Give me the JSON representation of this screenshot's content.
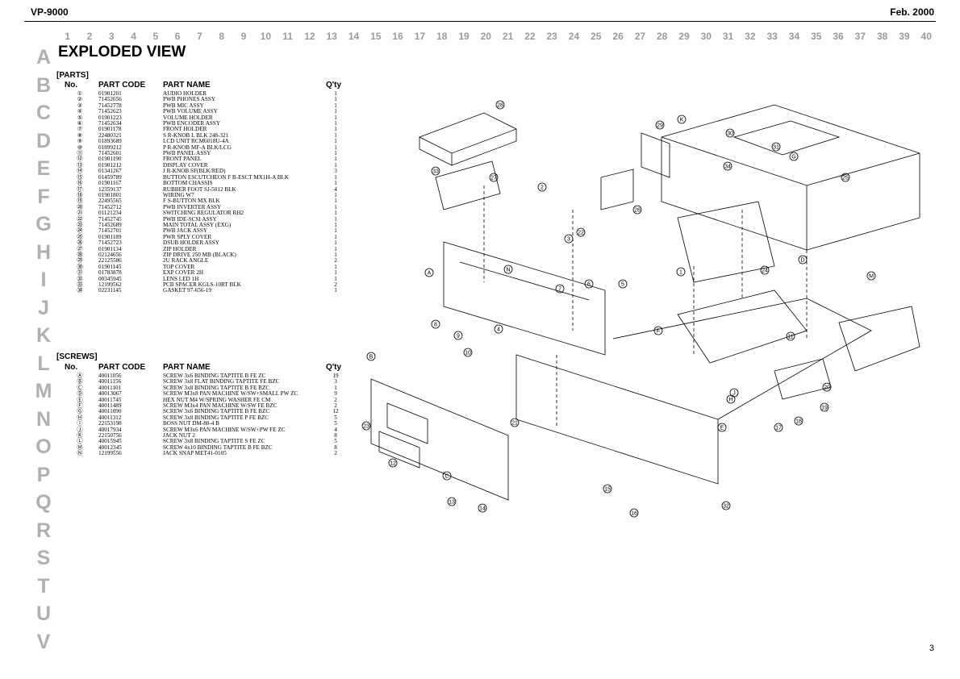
{
  "header": {
    "model": "VP-9000",
    "date": "Feb. 2000"
  },
  "grid_columns": [
    "1",
    "2",
    "3",
    "4",
    "5",
    "6",
    "7",
    "8",
    "9",
    "10",
    "11",
    "12",
    "13",
    "14",
    "15",
    "16",
    "17",
    "18",
    "19",
    "20",
    "21",
    "22",
    "23",
    "24",
    "25",
    "26",
    "27",
    "28",
    "29",
    "30",
    "31",
    "32",
    "33",
    "34",
    "35",
    "36",
    "37",
    "38",
    "39",
    "40"
  ],
  "grid_rows": [
    "A",
    "B",
    "C",
    "D",
    "E",
    "F",
    "G",
    "H",
    "I",
    "J",
    "K",
    "L",
    "M",
    "N",
    "O",
    "P",
    "Q",
    "R",
    "S",
    "T",
    "U",
    "V"
  ],
  "title": "EXPLODED VIEW",
  "parts": {
    "heading": "[PARTS]",
    "columns": {
      "no": "No.",
      "code": "PART CODE",
      "name": "PART NAME",
      "qty": "Q'ty"
    },
    "rows": [
      {
        "no": "①",
        "code": "01901201",
        "name": "AUDIO HOLDER",
        "qty": "1"
      },
      {
        "no": "②",
        "code": "71452656",
        "name": "PWB PHONES ASSY",
        "qty": "1"
      },
      {
        "no": "③",
        "code": "71452778",
        "name": "PWB MIC ASSY",
        "qty": "1"
      },
      {
        "no": "④",
        "code": "71452623",
        "name": "PWB VOLUME ASSY",
        "qty": "1"
      },
      {
        "no": "⑤",
        "code": "01901223",
        "name": "VOLUME HOLDER",
        "qty": "1"
      },
      {
        "no": "⑥",
        "code": "71452634",
        "name": "PWB ENCODER ASSY",
        "qty": "1"
      },
      {
        "no": "⑦",
        "code": "01901178",
        "name": "FRONT HOLDER",
        "qty": "1"
      },
      {
        "no": "⑧",
        "code": "22480321",
        "name": "S R-KNOB L BLK 248-321",
        "qty": "1"
      },
      {
        "no": "⑨",
        "code": "01893689",
        "name": "LCD UNIT RCM6018U-4A",
        "qty": "1"
      },
      {
        "no": "⑩",
        "code": "01899212",
        "name": "P R-KNOB MF-A BLK/LCG",
        "qty": "1"
      },
      {
        "no": "⑪",
        "code": "71452601",
        "name": "PWB PANEL ASSY",
        "qty": "1"
      },
      {
        "no": "⑫",
        "code": "01901190",
        "name": "FRONT PANEL",
        "qty": "1"
      },
      {
        "no": "⑬",
        "code": "01901212",
        "name": "DISPLAY COVER",
        "qty": "1"
      },
      {
        "no": "⑭",
        "code": "01341267",
        "name": "J R-KNOB SF(BLK/RED)",
        "qty": "3"
      },
      {
        "no": "⑮",
        "code": "01459789",
        "name": "BUTTON ESCUTCHEON F B-ESCT MX1H-A BLK",
        "qty": "1"
      },
      {
        "no": "⑯",
        "code": "01901167",
        "name": "BOTTOM CHASSIS",
        "qty": "1"
      },
      {
        "no": "⑰",
        "code": "12359137",
        "name": "RUBBER FOOT SJ-5012 BLK",
        "qty": "4"
      },
      {
        "no": "⑱",
        "code": "01901801",
        "name": "WIRING W7",
        "qty": "1"
      },
      {
        "no": "⑲",
        "code": "22495565",
        "name": "F S-BUTTON MX BLK",
        "qty": "1"
      },
      {
        "no": "⑳",
        "code": "71452712",
        "name": "PWB INVERTER ASSY",
        "qty": "1"
      },
      {
        "no": "㉑",
        "code": "01121234",
        "name": "SWITCHING REGULATOR RH2",
        "qty": "1"
      },
      {
        "no": "㉒",
        "code": "71452745",
        "name": "PWB IDE-SCSI ASSY",
        "qty": "1"
      },
      {
        "no": "㉓",
        "code": "71452689",
        "name": "MAIN TOTAL ASSY (EXG)",
        "qty": "1"
      },
      {
        "no": "㉔",
        "code": "71452701",
        "name": "PWB JACK ASSY",
        "qty": "1"
      },
      {
        "no": "㉕",
        "code": "01901189",
        "name": "PWR SPLY COVER",
        "qty": "1"
      },
      {
        "no": "㉖",
        "code": "71452723",
        "name": "DSUB HOLDER ASSY",
        "qty": "1"
      },
      {
        "no": "㉗",
        "code": "01901134",
        "name": "ZIP HOLDER",
        "qty": "1"
      },
      {
        "no": "㉘",
        "code": "02124656",
        "name": "ZIP DRIVE 250 MB (BLACK)",
        "qty": "1"
      },
      {
        "no": "㉙",
        "code": "22125586",
        "name": "2U RACK ANGLE",
        "qty": "2"
      },
      {
        "no": "㉚",
        "code": "01901145",
        "name": "TOP COVER",
        "qty": "1"
      },
      {
        "no": "㉛",
        "code": "01783878",
        "name": "EXP COVER 2H",
        "qty": "1"
      },
      {
        "no": "㉜",
        "code": "00345945",
        "name": "LENS LED 1H",
        "qty": "1"
      },
      {
        "no": "㉝",
        "code": "12199562",
        "name": "PCB SPACER KGLS-10RT BLK",
        "qty": "2"
      },
      {
        "no": "㉞",
        "code": "02231145",
        "name": "GASKET 97-656-19",
        "qty": "1"
      }
    ]
  },
  "screws": {
    "heading": "[SCREWS]",
    "columns": {
      "no": "No.",
      "code": "PART CODE",
      "name": "PART NAME",
      "qty": "Q'ty"
    },
    "rows": [
      {
        "no": "Ⓐ",
        "code": "40011056",
        "name": "SCREW 3x6 BINDING TAPTITE B FE ZC",
        "qty": "19"
      },
      {
        "no": "Ⓑ",
        "code": "40011156",
        "name": "SCREW 3x8 FLAT BINDING TAPTITE FE BZC",
        "qty": "3"
      },
      {
        "no": "Ⓒ",
        "code": "40011101",
        "name": "SCREW 3x8 BINDING TAPTITE B FE BZC",
        "qty": "1"
      },
      {
        "no": "Ⓓ",
        "code": "40013067",
        "name": "SCREW M3x8 PAN MACHINE W/SW+SMALL PW ZC",
        "qty": "9"
      },
      {
        "no": "Ⓔ",
        "code": "40011745",
        "name": "HEX NUT M4 W/SPRING WASHER FE CM",
        "qty": "2"
      },
      {
        "no": "Ⓕ",
        "code": "40011489",
        "name": "SCREW M3x4 PAN MACHINE W/SW FE BZC",
        "qty": "2"
      },
      {
        "no": "Ⓖ",
        "code": "40011090",
        "name": "SCREW 3x6 BINDING TAPTITE B FE BZC",
        "qty": "12"
      },
      {
        "no": "Ⓗ",
        "code": "40011312",
        "name": "SCREW 3x8 BINDING TAPTITE P FE BZC",
        "qty": "5"
      },
      {
        "no": "Ⓘ",
        "code": "22153198",
        "name": "BOSS NUT DM-80-4 B",
        "qty": "5"
      },
      {
        "no": "Ⓙ",
        "code": "40017934",
        "name": "SCREW M3x6 PAN MACHINE W/SW+PW FE ZC",
        "qty": "4"
      },
      {
        "no": "Ⓚ",
        "code": "22150756",
        "name": "JACK NUT 2",
        "qty": "8"
      },
      {
        "no": "Ⓛ",
        "code": "40015945",
        "name": "SCREW 3x8 BINDING TAPTITE S FE ZC",
        "qty": "5"
      },
      {
        "no": "Ⓜ",
        "code": "40012345",
        "name": "SCREW 4x10 BINDING TAPTITE B FE BZC",
        "qty": "8"
      },
      {
        "no": "Ⓝ",
        "code": "12199556",
        "name": "JACK SNAP MET41-0105",
        "qty": "2"
      }
    ]
  },
  "diagram_labels": [
    "28",
    "27",
    "29",
    "30",
    "31",
    "34",
    "26",
    "2",
    "3",
    "22",
    "1",
    "24",
    "25",
    "7",
    "6",
    "5",
    "4",
    "8",
    "9",
    "10",
    "11",
    "23",
    "12",
    "13",
    "14",
    "15",
    "16",
    "17",
    "18",
    "19",
    "20",
    "21",
    "32",
    "33",
    "A",
    "B",
    "C",
    "D",
    "E",
    "F",
    "G",
    "H",
    "J",
    "K",
    "M",
    "N"
  ],
  "page_number": "3"
}
